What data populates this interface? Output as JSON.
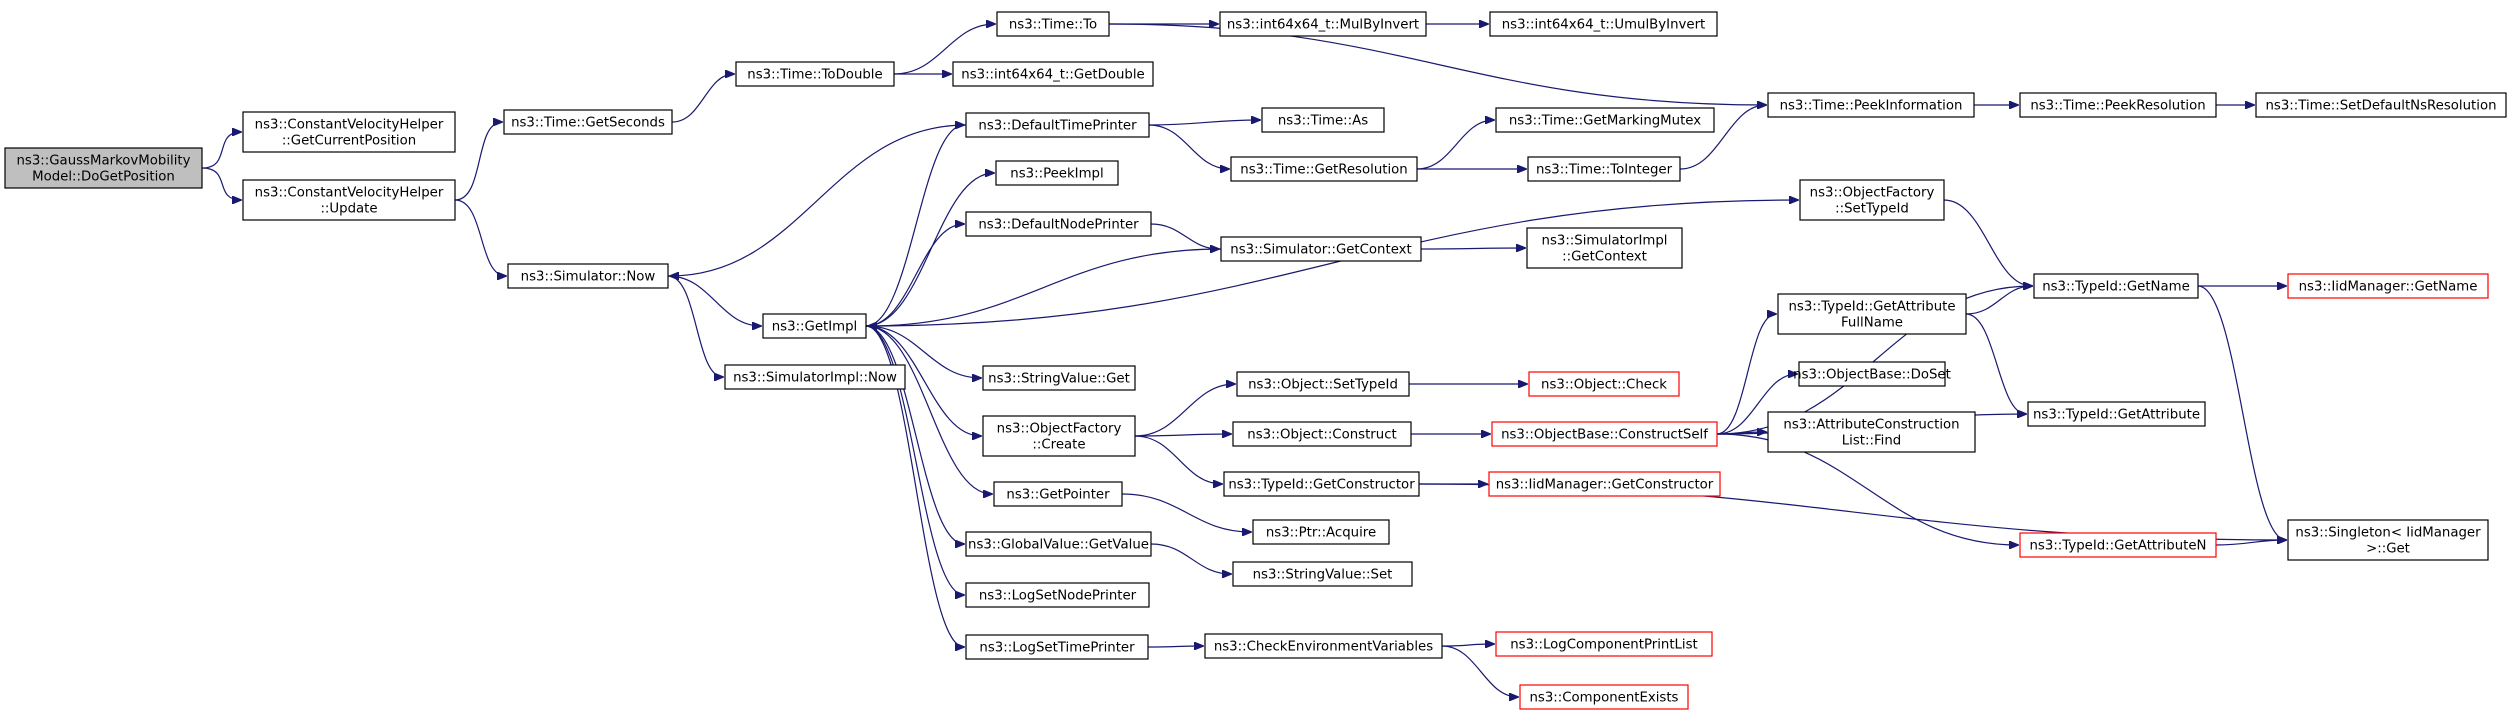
{
  "title": "",
  "colors": {
    "edge": "#191970",
    "node_border": "#000000",
    "node_border_external": "#ff0000",
    "root_fill": "#bfbfbf",
    "background": "#ffffff"
  },
  "nodes": {
    "root": {
      "lines": [
        "ns3::GaussMarkovMobility",
        "Model::DoGetPosition"
      ],
      "kind": "root"
    },
    "cvh_getcurpos": {
      "lines": [
        "ns3::ConstantVelocityHelper",
        "::GetCurrentPosition"
      ]
    },
    "cvh_update": {
      "lines": [
        "ns3::ConstantVelocityHelper",
        "::Update"
      ]
    },
    "time_getseconds": {
      "lines": [
        "ns3::Time::GetSeconds"
      ]
    },
    "simulator_now": {
      "lines": [
        "ns3::Simulator::Now"
      ]
    },
    "time_todouble": {
      "lines": [
        "ns3::Time::ToDouble"
      ]
    },
    "getimpl": {
      "lines": [
        "ns3::GetImpl"
      ]
    },
    "simimpl_now": {
      "lines": [
        "ns3::SimulatorImpl::Now"
      ]
    },
    "time_to": {
      "lines": [
        "ns3::Time::To"
      ]
    },
    "int64_getdouble": {
      "lines": [
        "ns3::int64x64_t::GetDouble"
      ]
    },
    "defaulttimeprinter": {
      "lines": [
        "ns3::DefaultTimePrinter"
      ]
    },
    "peekimpl": {
      "lines": [
        "ns3::PeekImpl"
      ]
    },
    "defaultnodeprinter": {
      "lines": [
        "ns3::DefaultNodePrinter"
      ]
    },
    "stringvalue_get": {
      "lines": [
        "ns3::StringValue::Get"
      ]
    },
    "objectfactory_create": {
      "lines": [
        "ns3::ObjectFactory",
        "::Create"
      ]
    },
    "getpointer": {
      "lines": [
        "ns3::GetPointer"
      ]
    },
    "globalvalue_getvalue": {
      "lines": [
        "ns3::GlobalValue::GetValue"
      ]
    },
    "logsetnodeprinter": {
      "lines": [
        "ns3::LogSetNodePrinter"
      ]
    },
    "logsettimeprinter": {
      "lines": [
        "ns3::LogSetTimePrinter"
      ]
    },
    "mulbyinvert": {
      "lines": [
        "ns3::int64x64_t::MulByInvert"
      ]
    },
    "umulbyinvert": {
      "lines": [
        "ns3::int64x64_t::UmulByInvert"
      ]
    },
    "time_as": {
      "lines": [
        "ns3::Time::As"
      ]
    },
    "time_getresolution": {
      "lines": [
        "ns3::Time::GetResolution"
      ]
    },
    "time_getmarkingmutex": {
      "lines": [
        "ns3::Time::GetMarkingMutex"
      ]
    },
    "time_tointeger": {
      "lines": [
        "ns3::Time::ToInteger"
      ]
    },
    "simulator_getcontext": {
      "lines": [
        "ns3::Simulator::GetContext"
      ]
    },
    "simimpl_getcontext": {
      "lines": [
        "ns3::SimulatorImpl",
        "::GetContext"
      ]
    },
    "object_settypeid": {
      "lines": [
        "ns3::Object::SetTypeId"
      ]
    },
    "object_check": {
      "lines": [
        "ns3::Object::Check"
      ],
      "kind": "ext"
    },
    "object_construct": {
      "lines": [
        "ns3::Object::Construct"
      ]
    },
    "objectbase_constructself": {
      "lines": [
        "ns3::ObjectBase::ConstructSelf"
      ],
      "kind": "ext"
    },
    "typeid_getconstructor": {
      "lines": [
        "ns3::TypeId::GetConstructor"
      ]
    },
    "iidmanager_getconstructor": {
      "lines": [
        "ns3::IidManager::GetConstructor"
      ],
      "kind": "ext"
    },
    "ptr_acquire": {
      "lines": [
        "ns3::Ptr::Acquire"
      ]
    },
    "stringvalue_set": {
      "lines": [
        "ns3::StringValue::Set"
      ]
    },
    "checkenvvars": {
      "lines": [
        "ns3::CheckEnvironmentVariables"
      ]
    },
    "logcomponentprintlist": {
      "lines": [
        "ns3::LogComponentPrintList"
      ],
      "kind": "ext"
    },
    "componentexists": {
      "lines": [
        "ns3::ComponentExists"
      ],
      "kind": "ext"
    },
    "time_peekinformation": {
      "lines": [
        "ns3::Time::PeekInformation"
      ]
    },
    "time_peekresolution": {
      "lines": [
        "ns3::Time::PeekResolution"
      ]
    },
    "time_setdefaultnsres": {
      "lines": [
        "ns3::Time::SetDefaultNsResolution"
      ]
    },
    "objectfactory_settypeid": {
      "lines": [
        "ns3::ObjectFactory",
        "::SetTypeId"
      ]
    },
    "typeid_getattrfullname": {
      "lines": [
        "ns3::TypeId::GetAttribute",
        "FullName"
      ]
    },
    "objectbase_doset": {
      "lines": [
        "ns3::ObjectBase::DoSet"
      ]
    },
    "attrconstructionlist_find": {
      "lines": [
        "ns3::AttributeConstruction",
        "List::Find"
      ]
    },
    "typeid_getname": {
      "lines": [
        "ns3::TypeId::GetName"
      ]
    },
    "typeid_getattribute": {
      "lines": [
        "ns3::TypeId::GetAttribute"
      ]
    },
    "typeid_getattributen": {
      "lines": [
        "ns3::TypeId::GetAttributeN"
      ],
      "kind": "ext"
    },
    "iidmanager_getname": {
      "lines": [
        "ns3::IidManager::GetName"
      ],
      "kind": "ext"
    },
    "singleton_get": {
      "lines": [
        "ns3::Singleton< IidManager",
        ">::Get"
      ]
    }
  }
}
